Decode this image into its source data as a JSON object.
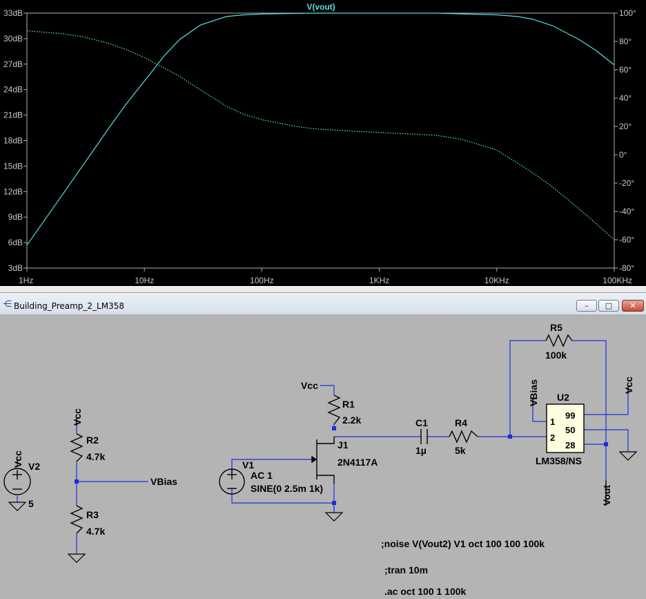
{
  "plot": {
    "trace_name": "V(vout)",
    "y_left_labels": [
      "33dB",
      "30dB",
      "27dB",
      "24dB",
      "21dB",
      "18dB",
      "15dB",
      "12dB",
      "9dB",
      "6dB",
      "3dB"
    ],
    "y_right_labels": [
      "100°",
      "80°",
      "60°",
      "40°",
      "20°",
      "0°",
      "-20°",
      "-40°",
      "-60°",
      "-80°"
    ],
    "x_labels": [
      "1Hz",
      "10Hz",
      "100Hz",
      "1KHz",
      "10KHz",
      "100KHz"
    ],
    "colors": {
      "trace": "#54e0e0",
      "axis": "#b4b4b4",
      "grid": "#404040",
      "text": "#c8c8c8"
    }
  },
  "chart_data": {
    "type": "line",
    "title": "V(vout)",
    "xscale": "log",
    "xlim": [
      1,
      100000
    ],
    "ylim": [
      3,
      33
    ],
    "y2lim": [
      -80,
      100
    ],
    "grid": false,
    "series": [
      {
        "name": "V(vout)",
        "axis": "left",
        "style": "solid",
        "x": [
          1,
          2,
          3,
          5,
          7,
          10,
          15,
          20,
          30,
          50,
          70,
          100,
          300,
          1000,
          3000,
          10000,
          15000,
          20000,
          30000,
          50000,
          70000,
          100000
        ],
        "values": [
          5.7,
          11.6,
          15.1,
          19.5,
          22.3,
          25.0,
          28.1,
          29.9,
          31.6,
          32.6,
          32.8,
          32.9,
          33.0,
          33.0,
          33.0,
          32.8,
          32.6,
          32.3,
          31.5,
          29.9,
          28.6,
          26.9
        ]
      },
      {
        "name": "V(vout)",
        "axis": "right",
        "style": "dotted",
        "x": [
          1,
          2,
          3,
          5,
          7,
          10,
          15,
          20,
          30,
          50,
          70,
          100,
          200,
          300,
          1000,
          3000,
          5000,
          10000,
          20000,
          30000,
          50000,
          70000,
          100000
        ],
        "values": [
          87.5,
          85.5,
          83.3,
          78.6,
          74.3,
          68.6,
          61.0,
          55.2,
          45.8,
          34.3,
          28.6,
          24.8,
          19.8,
          18.1,
          15.7,
          13.8,
          11.0,
          3.3,
          -12.4,
          -22.9,
          -38.1,
          -48.6,
          -60.0
        ]
      }
    ]
  },
  "window": {
    "title": "Building_Preamp_2_LM358",
    "icon": "ltspice-op-amp-icon",
    "minimize_glyph": "–",
    "maximize_glyph": "□",
    "close_glyph": "✕"
  },
  "schematic": {
    "wire_color": "#1a2edc",
    "component_color": "#000000",
    "labels": {
      "r5_name": "R5",
      "r5_value": "100k",
      "u2_name": "U2",
      "u2_model": "LM358/NS",
      "u2_pin1": "1",
      "u2_pin2": "2",
      "u2_pin99": "99",
      "u2_pin50": "50",
      "u2_pin28": "28",
      "vbias_u2": "VBias",
      "vcc_u2": "Vcc",
      "vout": "Vout",
      "vcc_r1": "Vcc",
      "r1_name": "R1",
      "r1_value": "2.2k",
      "j1_name": "J1",
      "j1_model": "2N4117A",
      "c1_name": "C1",
      "c1_value": "1µ",
      "r4_name": "R4",
      "r4_value": "5k",
      "v1_name": "V1",
      "v1_ac": "AC 1",
      "v1_sine": "SINE(0 2.5m 1k)",
      "vcc_r2": "Vcc",
      "r2_name": "R2",
      "r2_value": "4.7k",
      "r3_name": "R3",
      "r3_value": "4.7k",
      "vbias_net": "VBias",
      "vcc_v2": "Vcc",
      "v2_name": "V2",
      "v2_value": "5"
    },
    "directives": {
      "noise": ";noise V(Vout2) V1 oct 100 100 100k",
      "tran": ";tran 10m",
      "ac": ".ac oct 100 1 100k"
    }
  }
}
